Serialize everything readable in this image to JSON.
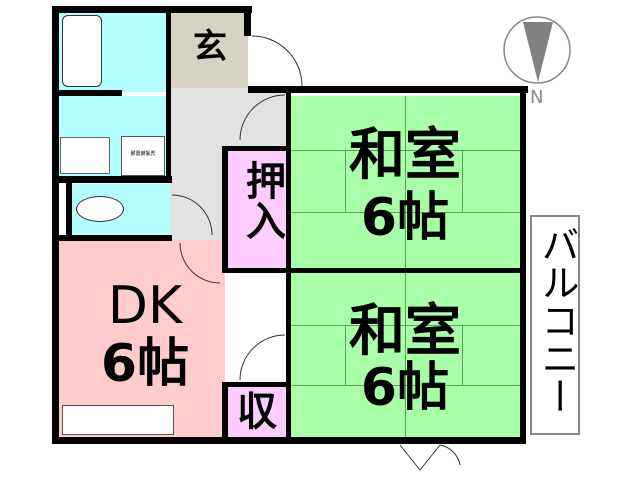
{
  "rooms": {
    "entrance": "玄",
    "closet": "押入",
    "washitsu1": {
      "name": "和室",
      "size": "6帖"
    },
    "washitsu2": {
      "name": "和室",
      "size": "6帖"
    },
    "dk": {
      "name": "DK",
      "size": "6帖"
    },
    "storage": "収",
    "balcony": "バルコニー",
    "laundry": "洗濯機置場"
  },
  "compass": {
    "label": "N"
  },
  "colors": {
    "washitsu": "#a8ffa8",
    "dk": "#ffcccc",
    "closet": "#ffccff",
    "wet_area": "#b3ffff",
    "entrance": "#d6d2c4",
    "hall": "#e2e2e2"
  }
}
